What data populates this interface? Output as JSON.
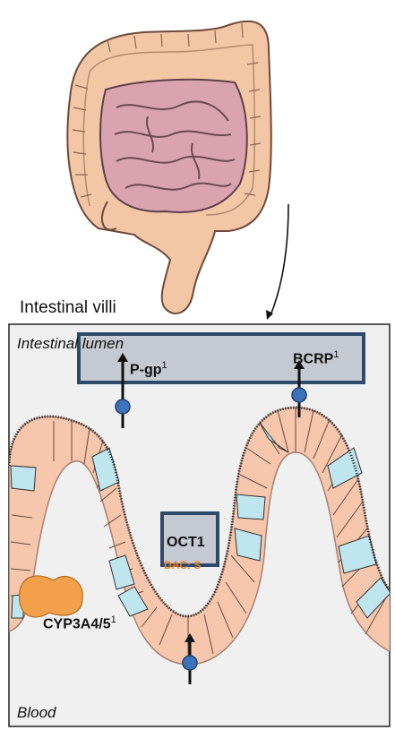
{
  "labels": {
    "intestinal_villi": "Intestinal villi",
    "lumen": "Intestinal lumen",
    "blood": "Blood"
  },
  "transporters": {
    "pgp": "P-gp",
    "pgp_ref": "1",
    "bcrp": "BCRP",
    "bcrp_ref": "1",
    "oct1": "OCT1",
    "oct1_sub": "DAC: S",
    "cyp": "CYP3A4/5",
    "cyp_ref": "1"
  },
  "colors": {
    "gut_outline": "#d98a5d",
    "gut_fill": "#f3c3a2",
    "small_intestine": "#d7a3ad",
    "epithelium": "#f6c6ad",
    "tight_junction": "#bfe6ef",
    "box_fill": "#c5c9d2",
    "box_border": "#2e4a6b",
    "transporter_dot": "#3d73bb",
    "enzyme": "#f3a04b",
    "panel_bg": "#f0f0f0",
    "substrate_label": "#ee7a1a"
  }
}
